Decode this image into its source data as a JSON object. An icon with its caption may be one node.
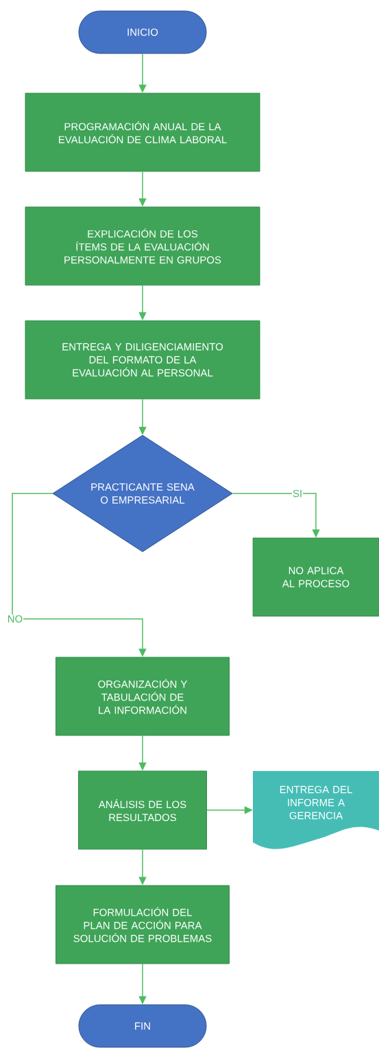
{
  "diagram": {
    "nodes": [
      {
        "text": [
          "INICIO"
        ]
      },
      {
        "text": [
          "PROGRAMACIÓN ANUAL DE LA EVALUACIÓN DE CLIMA LABORAL"
        ]
      },
      {
        "text": [
          "EXPLICACIÓN DE LOS ÍTEMS DE LA EVALUACIÓN PERSONALMENTE EN GRUPOS"
        ]
      },
      {
        "text": [
          "ENTREGA Y DILIGENCIAMIENTO DEL FORMATO DE LA EVALUACIÓN AL PERSONAL"
        ]
      },
      {
        "text": [
          "PRACTICANTE SENA O EMPRESARIAL"
        ]
      },
      {
        "text": [
          "NO APLICA AL PROCESO"
        ]
      },
      {
        "text": [
          "ORGANIZACIÓN Y TABULACIÓN DE LA INFORMACIÓN"
        ]
      },
      {
        "text": [
          "ANÁLISIS DE LOS RESULTADOS"
        ]
      },
      {
        "text": [
          "ENTREGA DEL INFORME A GERENCIA"
        ]
      },
      {
        "text": [
          "FORMULACIÓN DEL PLAN DE ACCIÓN PARA SOLUCIÓN DE PROBLEMAS"
        ]
      },
      {
        "text": [
          "FIN"
        ]
      }
    ],
    "edges": [
      {
        "from": 0,
        "to": 1,
        "arrow": "to"
      },
      {
        "from": 1,
        "to": 2,
        "arrow": "to"
      },
      {
        "from": 2,
        "to": 3,
        "arrow": "to"
      },
      {
        "from": 3,
        "to": 4,
        "arrow": "to"
      },
      {
        "from": 4,
        "to": 5,
        "arrow": "to",
        "label": "SI"
      },
      {
        "from": 4,
        "to": 6,
        "arrow": "to",
        "label": "NO"
      },
      {
        "from": 6,
        "to": 7,
        "arrow": "to"
      },
      {
        "from": 7,
        "to": 8,
        "arrow": "to"
      },
      {
        "from": 7,
        "to": 9,
        "arrow": "to"
      },
      {
        "from": 9,
        "to": 10,
        "arrow": "to"
      }
    ]
  }
}
